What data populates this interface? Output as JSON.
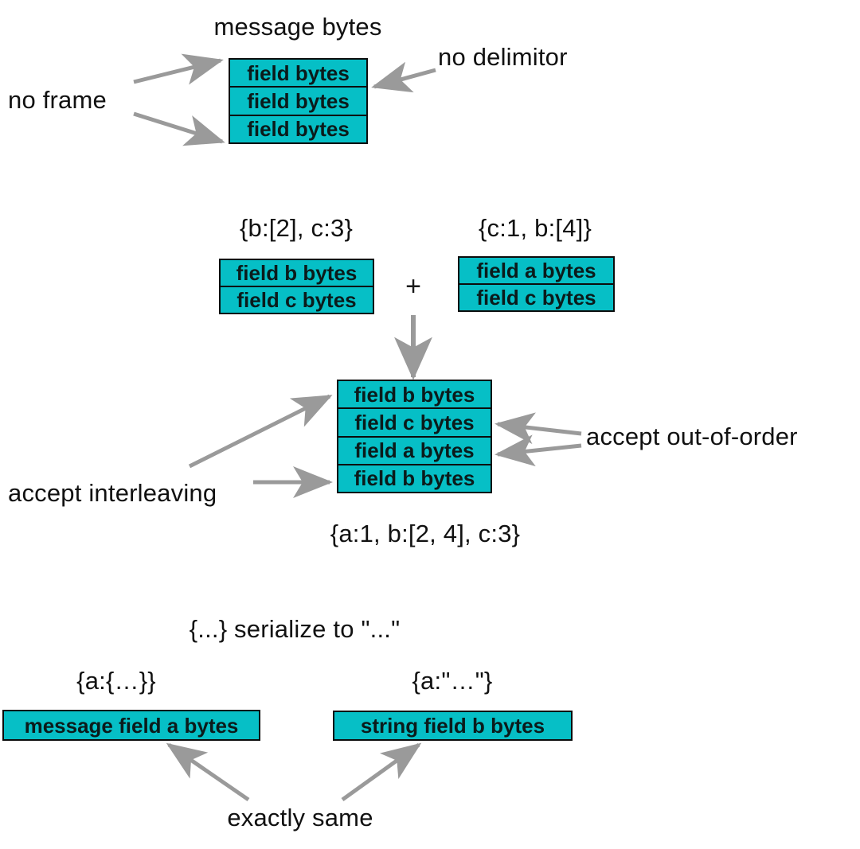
{
  "figure": {
    "title": "protobuf wire-format properties diagram",
    "background_color": "#ffffff",
    "box_fill_color": "#06bfc6",
    "box_border_color": "#0c0c0c",
    "arrow_color": "#9a9a9a",
    "text_color": "#111111"
  },
  "section_top": {
    "caption": "message bytes",
    "left_annotation": "no frame",
    "right_annotation": "no delimitor",
    "stack": {
      "rows": [
        "field bytes",
        "field bytes",
        "field bytes"
      ]
    }
  },
  "section_middle": {
    "operator": "+",
    "left_operand": {
      "caption": "{b:[2], c:3}",
      "rows": [
        "field b bytes",
        "field c bytes"
      ]
    },
    "right_operand": {
      "caption": "{c:1, b:[4]}",
      "rows": [
        "field a bytes",
        "field c bytes"
      ]
    },
    "result": {
      "rows": [
        "field b bytes",
        "field c bytes",
        "field a bytes",
        "field b bytes"
      ],
      "caption": "{a:1, b:[2, 4], c:3}"
    },
    "left_annotation": "accept interleaving",
    "right_annotation": "accept out-of-order"
  },
  "section_bottom": {
    "caption": "{...} serialize to \"...\"",
    "left": {
      "caption": "{a:{…}}",
      "box_label": "message field a bytes"
    },
    "right": {
      "caption": "{a:\"…\"}",
      "box_label": "string field b bytes"
    },
    "bottom_annotation": "exactly same"
  },
  "chart_data": {
    "type": "diagram",
    "title": "message bytes layout / merge semantics",
    "groups": [
      {
        "name": "top",
        "label": "message bytes",
        "rows": [
          "field bytes",
          "field bytes",
          "field bytes"
        ],
        "notes": [
          "no frame",
          "no delimitor"
        ]
      },
      {
        "name": "merge-left",
        "label": "{b:[2], c:3}",
        "rows": [
          "field b bytes",
          "field c bytes"
        ]
      },
      {
        "name": "merge-right",
        "label": "{c:1, b:[4]}",
        "rows": [
          "field a bytes",
          "field c bytes"
        ]
      },
      {
        "name": "merge-result",
        "label": "{a:1, b:[2, 4], c:3}",
        "rows": [
          "field b bytes",
          "field c bytes",
          "field a bytes",
          "field b bytes"
        ],
        "notes": [
          "accept interleaving",
          "accept out-of-order"
        ]
      },
      {
        "name": "bottom-left",
        "label": "{a:{…}}",
        "rows": [
          "message field a bytes"
        ]
      },
      {
        "name": "bottom-right",
        "label": "{a:\"…\"}",
        "rows": [
          "string field b bytes"
        ]
      }
    ],
    "annotations": [
      "{...} serialize to \"...\"",
      "exactly same"
    ]
  }
}
